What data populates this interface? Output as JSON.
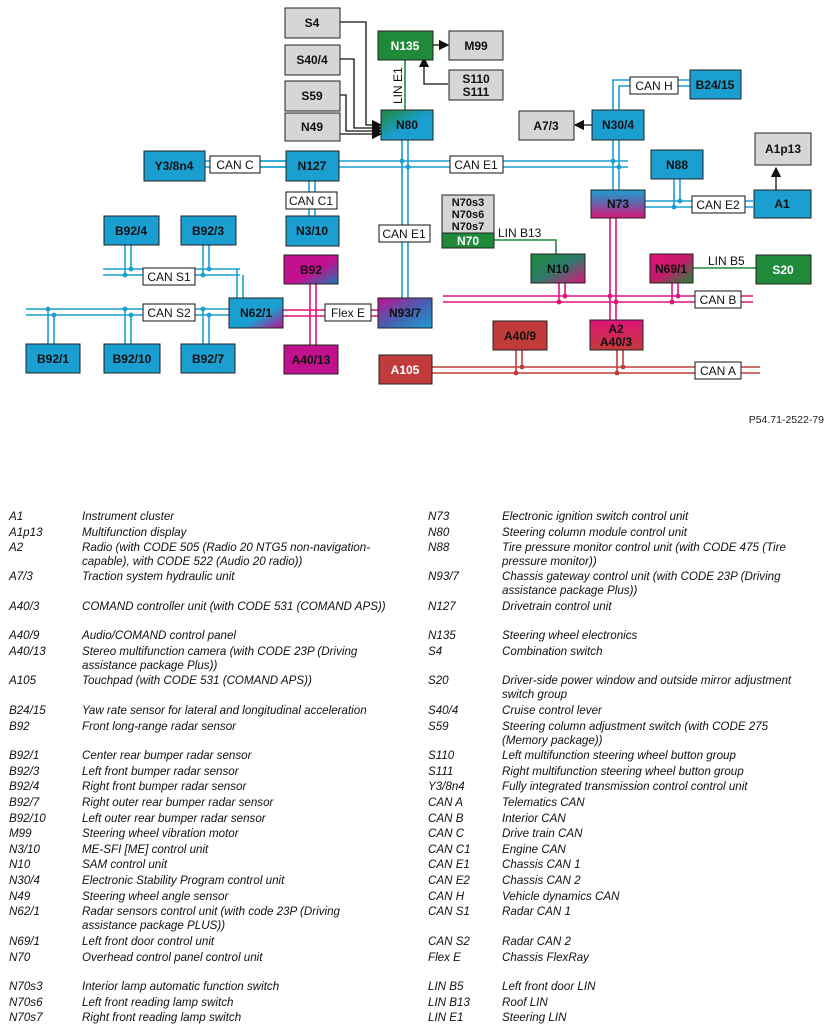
{
  "colors": {
    "can_blue": "#1b9ed0",
    "can_pink": "#e0137a",
    "can_red": "#c23b3b",
    "lin_green": "#1e8a3a",
    "box_blue": "#1b9ed0",
    "box_gray": "#d6d6d6",
    "box_green": "#1e8a3a",
    "box_red": "#c23b3b",
    "box_magenta": "#c2118f"
  },
  "diagram": {
    "units": {
      "S4": "S4",
      "S40_4": "S40/4",
      "S59": "S59",
      "N49": "N49",
      "N135": "N135",
      "M99": "M99",
      "S110": "S110",
      "S111": "S111",
      "N80": "N80",
      "Y3_8n4": "Y3/8n4",
      "N127": "N127",
      "N3_10": "N3/10",
      "A7_3": "A7/3",
      "N30_4": "N30/4",
      "B24_15": "B24/15",
      "N88": "N88",
      "A1p13": "A1p13",
      "N73": "N73",
      "A1": "A1",
      "N70s3": "N70s3",
      "N70s6": "N70s6",
      "N70s7": "N70s7",
      "N70": "N70",
      "N10": "N10",
      "N69_1": "N69/1",
      "S20": "S20",
      "B92_4": "B92/4",
      "B92_3": "B92/3",
      "B92": "B92",
      "N62_1": "N62/1",
      "N93_7": "N93/7",
      "A40_13": "A40/13",
      "B92_1": "B92/1",
      "B92_10": "B92/10",
      "B92_7": "B92/7",
      "A40_9": "A40/9",
      "A2": "A2",
      "A40_3": "A40/3",
      "A105": "A105"
    },
    "bus_labels": {
      "can_c": "CAN C",
      "can_e1": "CAN E1",
      "can_e1_v": "CAN E1",
      "can_c1": "CAN C1",
      "can_h": "CAN H",
      "can_e2": "CAN E2",
      "can_s1": "CAN S1",
      "can_s2": "CAN S2",
      "flex_e": "Flex E",
      "can_b": "CAN B",
      "can_a": "CAN A",
      "lin_e1": "LIN E1",
      "lin_b13": "LIN B13",
      "lin_b5": "LIN B5"
    },
    "reference": "P54.71-2522-79"
  },
  "legend": {
    "left": [
      {
        "code": "A1",
        "desc": "Instrument cluster"
      },
      {
        "code": "A1p13",
        "desc": "Multifunction display"
      },
      {
        "code": "A2",
        "desc": "Radio (with CODE 505 (Radio 20 NTG5 non-navigation-capable), with CODE 522 (Audio 20 radio))"
      },
      {
        "code": "A7/3",
        "desc": "Traction system hydraulic unit"
      },
      {
        "code": "A40/3",
        "desc": "COMAND controller unit (with CODE 531 (COMAND APS))"
      },
      {
        "code": "A40/9",
        "desc": "Audio/COMAND control panel"
      },
      {
        "code": "A40/13",
        "desc": "Stereo multifunction camera (with CODE 23P (Driving assistance package Plus))"
      },
      {
        "code": "A105",
        "desc": "Touchpad (with CODE 531 (COMAND APS))"
      },
      {
        "code": "B24/15",
        "desc": "Yaw rate sensor for lateral and longitudinal acceleration"
      },
      {
        "code": "B92",
        "desc": "Front long-range radar sensor"
      },
      {
        "code": "B92/1",
        "desc": "Center rear bumper radar sensor"
      },
      {
        "code": "B92/3",
        "desc": "Left front bumper radar sensor"
      },
      {
        "code": "B92/4",
        "desc": "Right front bumper radar sensor"
      },
      {
        "code": "B92/7",
        "desc": "Right outer rear bumper radar sensor"
      },
      {
        "code": "B92/10",
        "desc": "Left outer rear bumper radar sensor"
      },
      {
        "code": "M99",
        "desc": "Steering wheel vibration motor"
      },
      {
        "code": "N3/10",
        "desc": "ME-SFI [ME] control unit"
      },
      {
        "code": "N10",
        "desc": "SAM control unit"
      },
      {
        "code": "N30/4",
        "desc": "Electronic Stability Program control unit"
      },
      {
        "code": "N49",
        "desc": "Steering wheel angle sensor"
      },
      {
        "code": "N62/1",
        "desc": "Radar sensors control unit (with code 23P (Driving assistance package PLUS))"
      },
      {
        "code": "N69/1",
        "desc": "Left front door control unit"
      },
      {
        "code": "N70",
        "desc": "Overhead control panel control unit"
      },
      {
        "code": "N70s3",
        "desc": "Interior lamp automatic function switch"
      },
      {
        "code": "N70s6",
        "desc": "Left front reading lamp switch"
      },
      {
        "code": "N70s7",
        "desc": "Right front reading lamp switch"
      }
    ],
    "right": [
      {
        "code": "N73",
        "desc": "Electronic ignition switch control unit"
      },
      {
        "code": "N80",
        "desc": "Steering column module control unit"
      },
      {
        "code": "N88",
        "desc": "Tire pressure monitor control unit (with CODE 475 (Tire pressure monitor))"
      },
      {
        "code": "N93/7",
        "desc": "Chassis gateway control unit (with CODE 23P (Driving assistance package Plus))"
      },
      {
        "code": "N127",
        "desc": "Drivetrain control unit"
      },
      {
        "code": "N135",
        "desc": "Steering wheel electronics"
      },
      {
        "code": "S4",
        "desc": "Combination switch"
      },
      {
        "code": "S20",
        "desc": "Driver-side power window and outside mirror adjustment switch group"
      },
      {
        "code": "S40/4",
        "desc": "Cruise control lever"
      },
      {
        "code": "S59",
        "desc": "Steering column adjustment switch (with CODE 275 (Memory package))"
      },
      {
        "code": "S110",
        "desc": "Left multifunction steering wheel button group"
      },
      {
        "code": "S111",
        "desc": "Right multifunction steering wheel button group"
      },
      {
        "code": "Y3/8n4",
        "desc": "Fully integrated transmission control control unit"
      },
      {
        "code": "CAN A",
        "desc": "Telematics CAN"
      },
      {
        "code": "CAN B",
        "desc": "Interior CAN"
      },
      {
        "code": "CAN C",
        "desc": "Drive train CAN"
      },
      {
        "code": "CAN C1",
        "desc": "Engine CAN"
      },
      {
        "code": "CAN E1",
        "desc": "Chassis CAN 1"
      },
      {
        "code": "CAN E2",
        "desc": "Chassis CAN 2"
      },
      {
        "code": "CAN H",
        "desc": "Vehicle dynamics CAN"
      },
      {
        "code": "CAN S1",
        "desc": "Radar CAN 1"
      },
      {
        "code": "CAN S2",
        "desc": "Radar CAN 2"
      },
      {
        "code": "Flex E",
        "desc": "Chassis FlexRay"
      },
      {
        "code": "LIN B5",
        "desc": "Left front door LIN"
      },
      {
        "code": "LIN B13",
        "desc": "Roof LIN"
      },
      {
        "code": "LIN E1",
        "desc": "Steering LIN"
      }
    ]
  }
}
